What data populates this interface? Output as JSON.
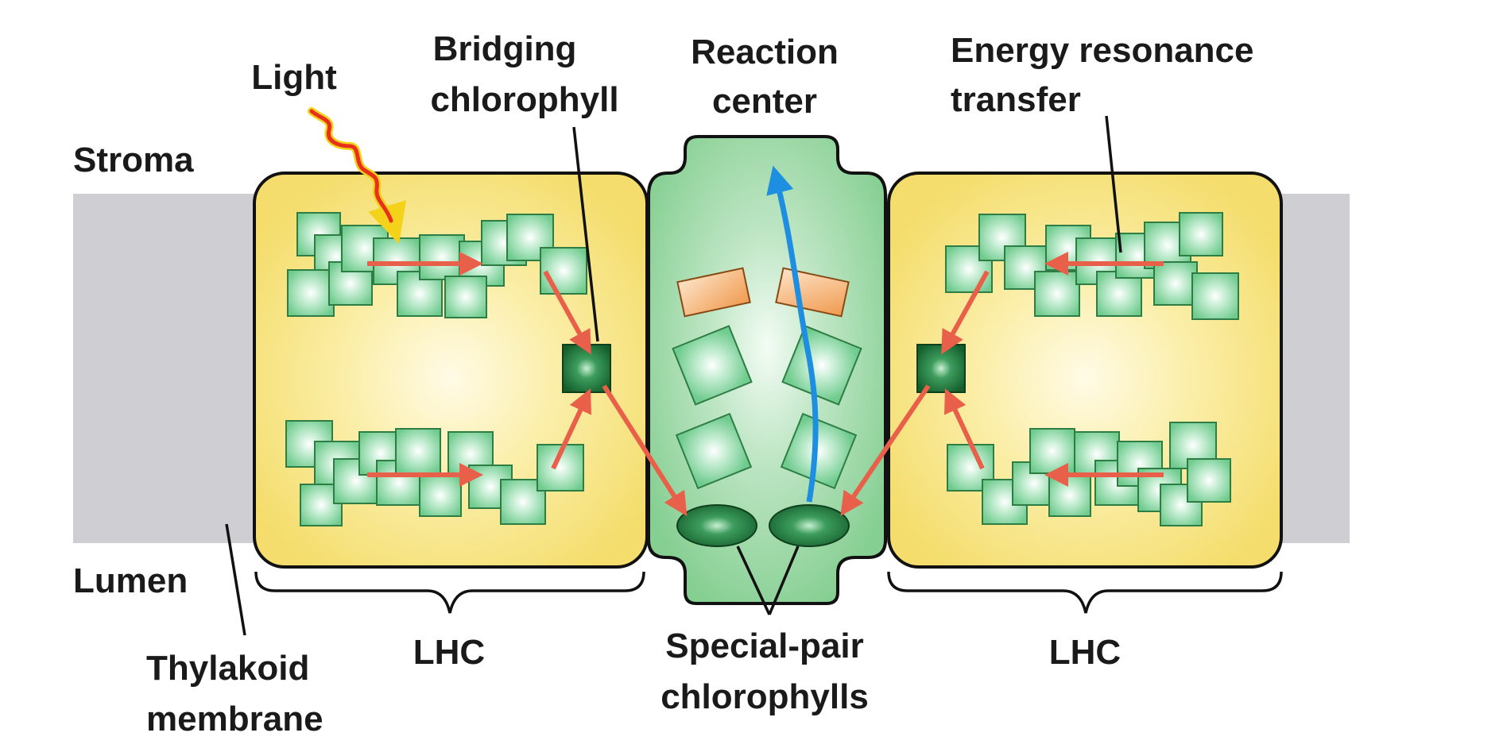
{
  "labels": {
    "light": "Light",
    "bridging_line1": "Bridging",
    "bridging_line2": "chlorophyll",
    "reaction_line1": "Reaction",
    "reaction_line2": "center",
    "energy_line1": "Energy resonance",
    "energy_line2": "transfer",
    "stroma": "Stroma",
    "lumen": "Lumen",
    "thylakoid_line1": "Thylakoid",
    "thylakoid_line2": "membrane",
    "lhc_left": "LHC",
    "lhc_right": "LHC",
    "special_line1": "Special-pair",
    "special_line2": "chlorophylls"
  },
  "colors": {
    "membrane": "#cfcfd3",
    "lhc_fill": "#f6e27a",
    "lhc_center": "#fffbe6",
    "rc_fill": "#8fd29a",
    "rc_center": "#eefaf0",
    "chlorophyll": "#7ed39a",
    "chlorophyll_dark": "#1f7a3c",
    "transfer_arrow": "#e8604a",
    "electron_path": "#1e8fe0",
    "pheophytin": "#f2a25c",
    "light_wave": "#e8301c"
  },
  "icons": {
    "light": "wavy-light-arrow-icon",
    "chlorophyll": "chlorophyll-square-icon",
    "bridging": "bridging-chlorophyll-icon",
    "special_pair": "special-pair-ellipse-icon"
  }
}
